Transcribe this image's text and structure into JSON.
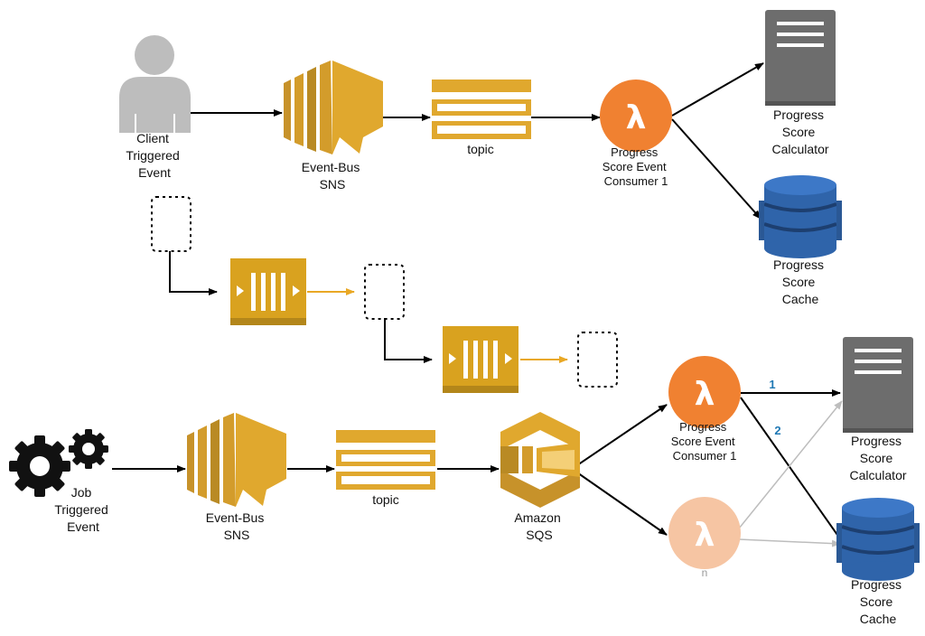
{
  "colors": {
    "sns_gold": "#e0a82e",
    "sns_dark": "#b98a24",
    "lambda_orange": "#f08131",
    "lambda_faded": "#f6c5a3",
    "server_gray": "#6d6d6d",
    "dynamo_blue": "#2f64aa",
    "kinesis_gold": "#d9a21f",
    "arrow_black": "#000000",
    "arrow_gold": "#e9a825",
    "arrow_light": "#bdbdbd",
    "edge_label_blue": "#1f78b4"
  },
  "icons": {
    "client": "user-icon",
    "event_bus": "sns-icon",
    "topic": "topic-icon",
    "lambda": "lambda-icon",
    "calculator": "server-icon",
    "cache": "dynamodb-icon",
    "stream": "kinesis-stream-icon",
    "job": "gears-icon",
    "queue": "sqs-icon"
  },
  "top_flow": {
    "client": {
      "lines": [
        "Client",
        "Triggered",
        "Event"
      ]
    },
    "event_bus": {
      "lines": [
        "Event-Bus",
        "SNS"
      ]
    },
    "topic": {
      "label": "topic"
    },
    "consumer": {
      "lines": [
        "Progress",
        "Score Event",
        "Consumer 1"
      ]
    },
    "calculator": {
      "lines": [
        "Progress",
        "Score",
        "Calculator"
      ]
    },
    "cache": {
      "lines": [
        "Progress",
        "Score",
        "Cache"
      ]
    }
  },
  "bottom_flow": {
    "job": {
      "lines": [
        "Job",
        "Triggered",
        "Event"
      ]
    },
    "event_bus": {
      "lines": [
        "Event-Bus",
        "SNS"
      ]
    },
    "topic": {
      "label": "topic"
    },
    "queue": {
      "lines": [
        "Amazon",
        "SQS"
      ]
    },
    "consumer1": {
      "lines": [
        "Progress",
        "Score Event",
        "Consumer 1"
      ]
    },
    "consumer_n": {
      "label": "n"
    },
    "calculator": {
      "lines": [
        "Progress",
        "Score",
        "Calculator"
      ]
    },
    "cache": {
      "lines": [
        "Progress",
        "Score",
        "Cache"
      ]
    },
    "edge_labels": [
      "1",
      "2"
    ]
  }
}
